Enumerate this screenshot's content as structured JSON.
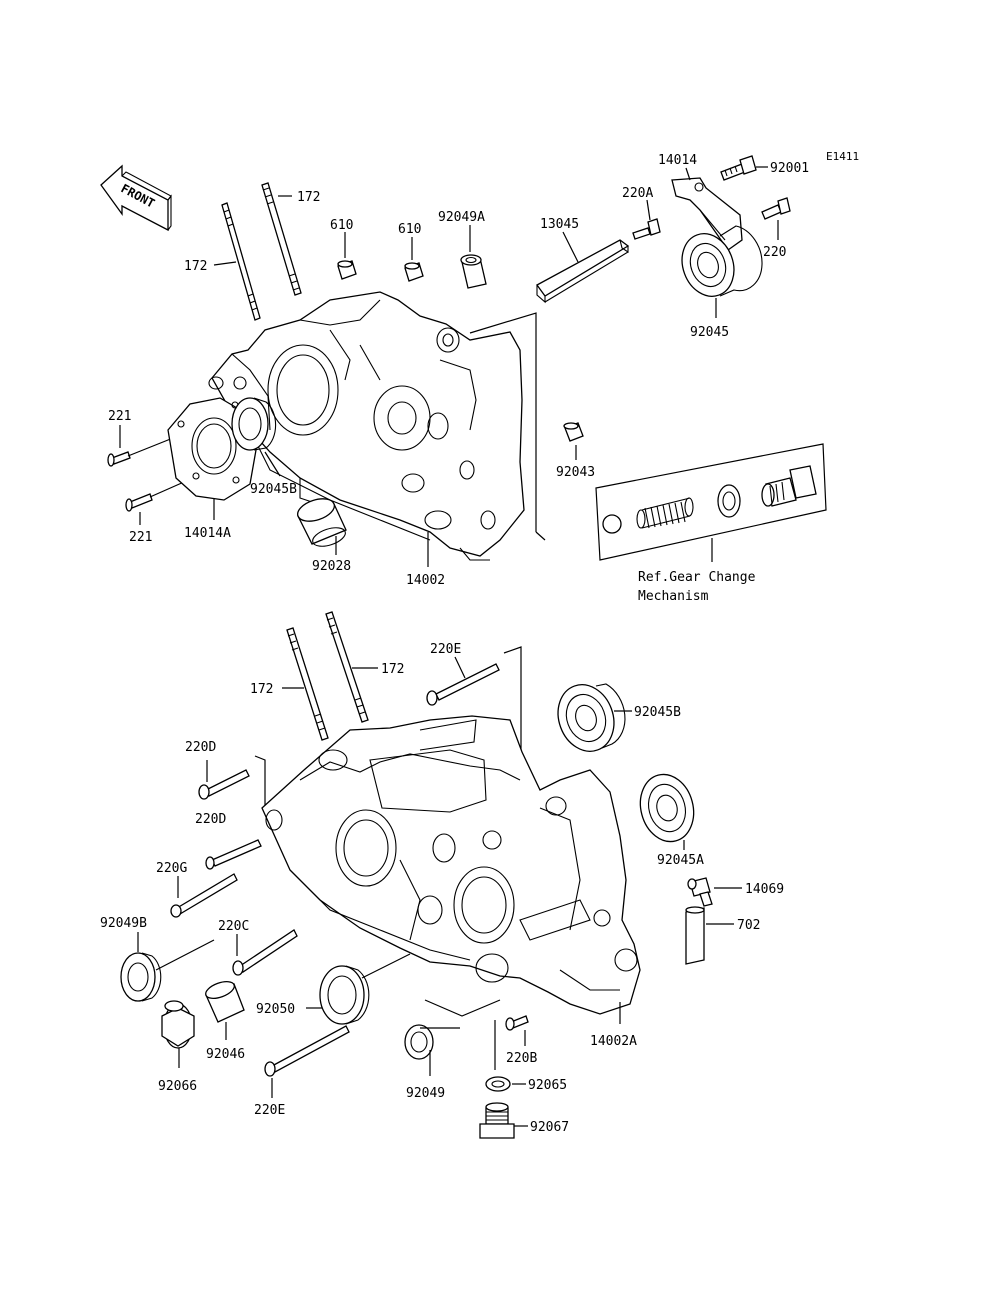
{
  "diagram_code": "E1411",
  "front_badge": "FRONT",
  "reference_note": [
    "Ref.Gear Change",
    "Mechanism"
  ],
  "labels": {
    "l_172_a": "172",
    "l_172_b": "172",
    "l_610_a": "610",
    "l_610_b": "610",
    "l_92049A": "92049A",
    "l_13045": "13045",
    "l_220A": "220A",
    "l_14014": "14014",
    "l_92001": "92001",
    "l_220": "220",
    "l_92045": "92045",
    "l_221_a": "221",
    "l_221_b": "221",
    "l_92045B_top": "92045B",
    "l_14014A": "14014A",
    "l_92028": "92028",
    "l_14002": "14002",
    "l_92043": "92043",
    "l_172_c": "172",
    "l_172_d": "172",
    "l_220E_top": "220E",
    "l_92045B_bot": "92045B",
    "l_220D_a": "220D",
    "l_220D_b": "220D",
    "l_92045A": "92045A",
    "l_220G": "220G",
    "l_14069": "14069",
    "l_702": "702",
    "l_92049B": "92049B",
    "l_220C": "220C",
    "l_92050": "92050",
    "l_92046": "92046",
    "l_14002A": "14002A",
    "l_220B": "220B",
    "l_92066": "92066",
    "l_220E_bot": "220E",
    "l_92049": "92049",
    "l_92065": "92065",
    "l_92067": "92067"
  }
}
